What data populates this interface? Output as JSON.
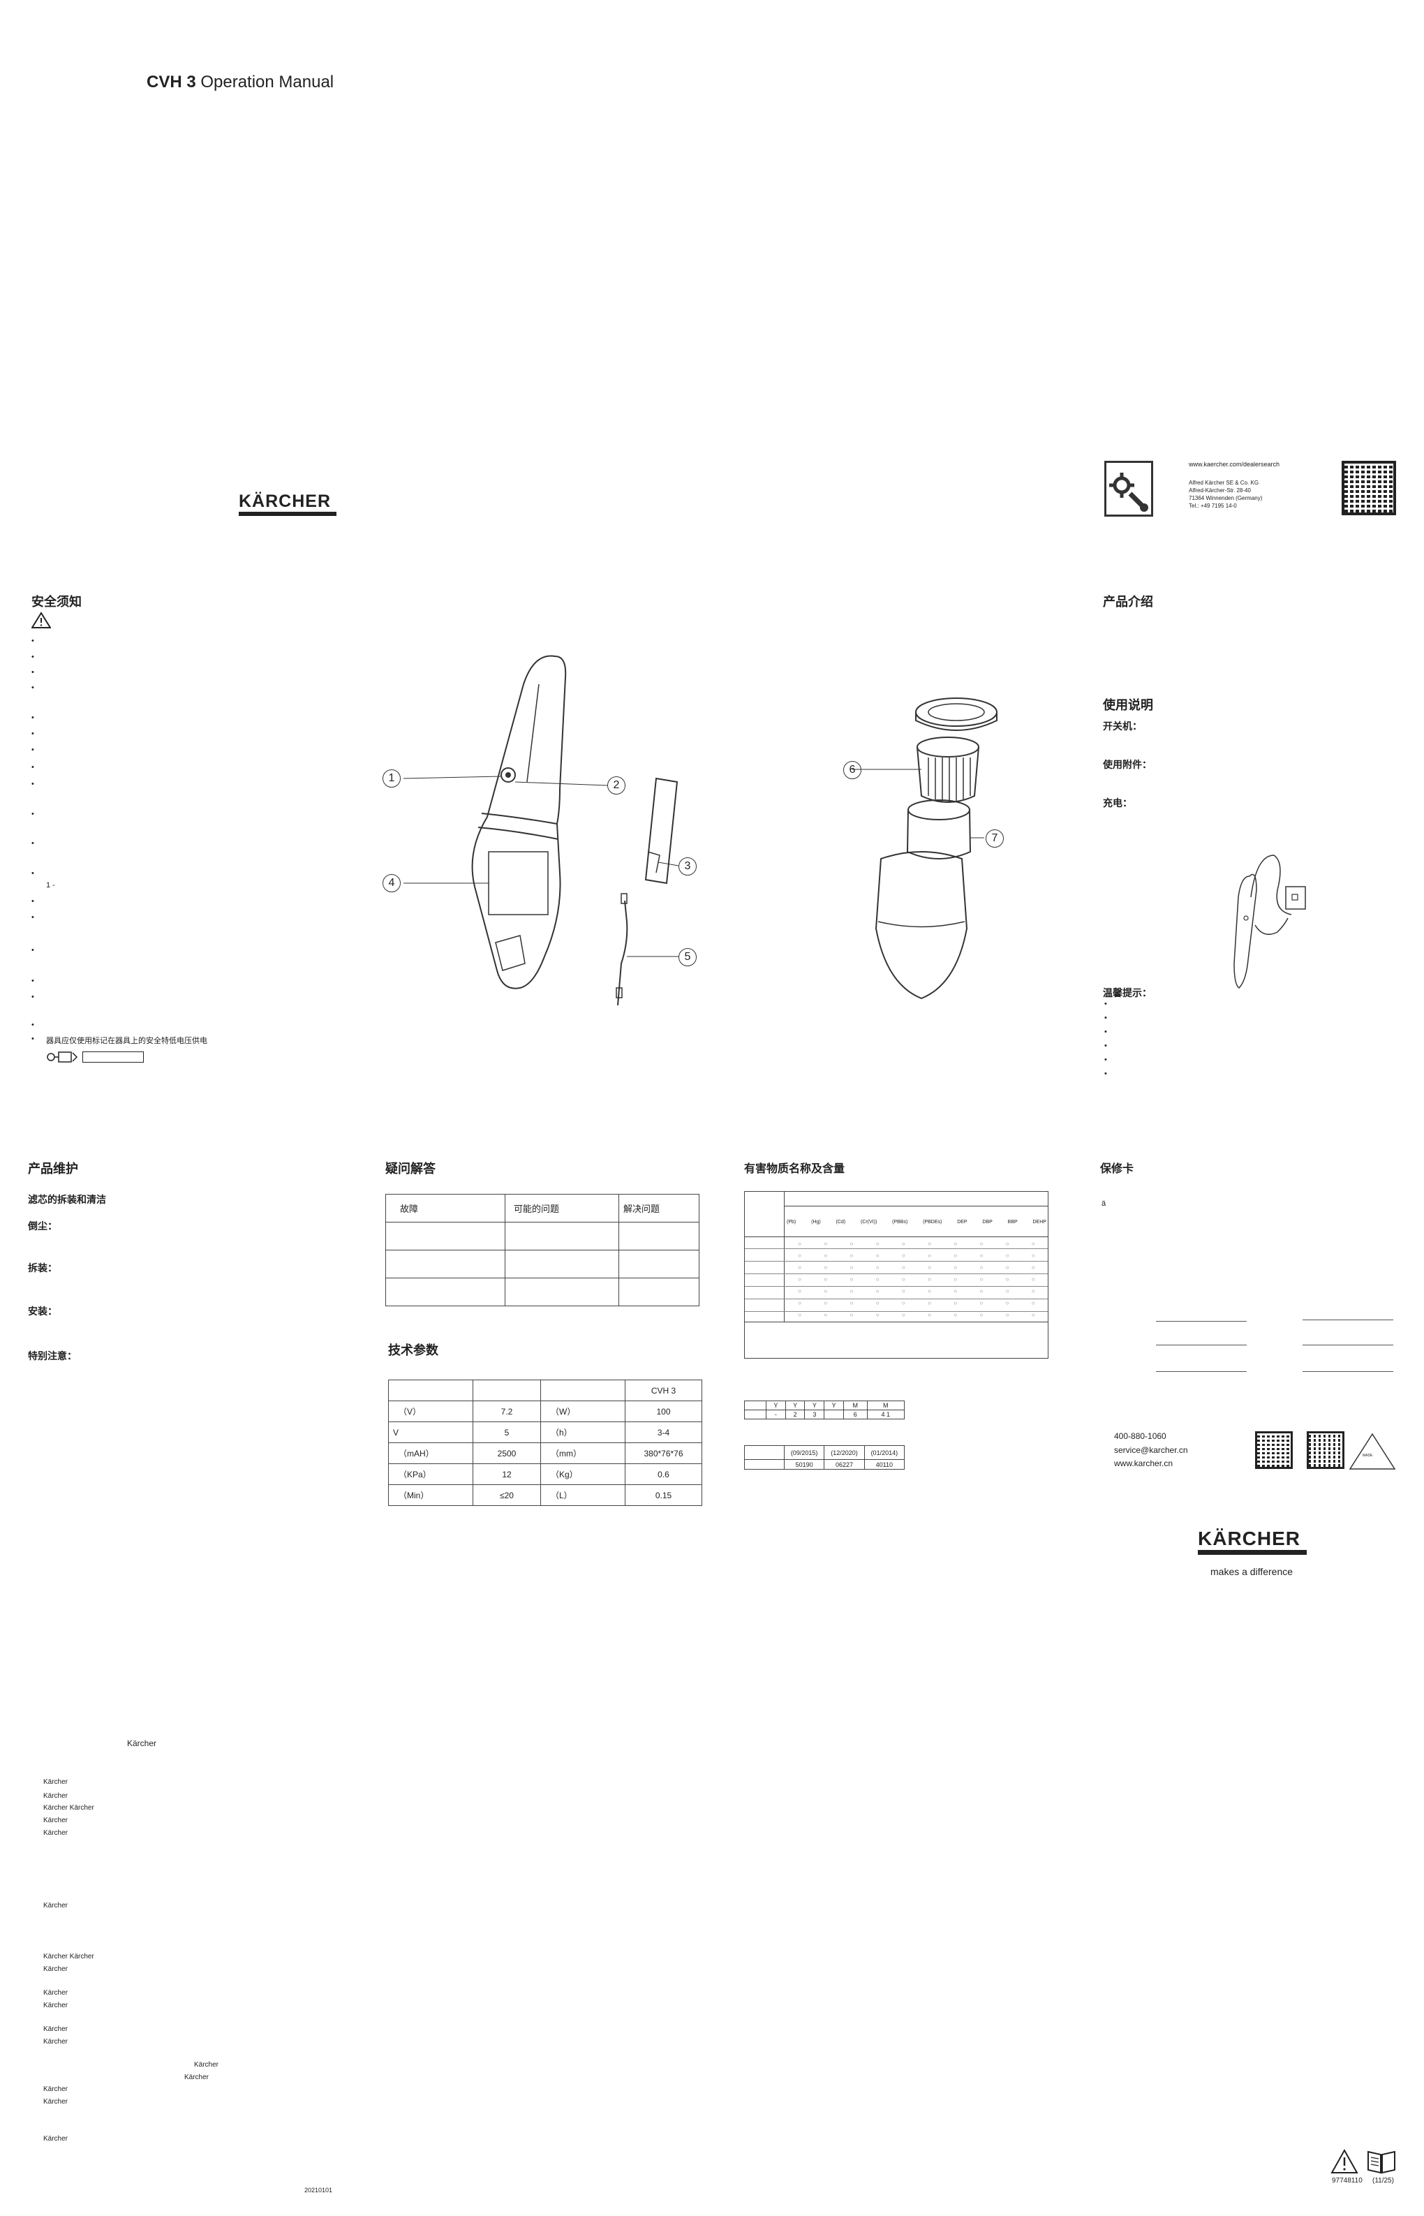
{
  "cover": {
    "title_bold": "CVH 3",
    "title_rest": " Operation Manual",
    "brand": "KÄRCHER"
  },
  "dealer": {
    "url": "www.kaercher.com/dealersearch",
    "address": [
      "Alfred Kärcher SE & Co. KG",
      "Alfred-Kärcher-Str. 28-40",
      "71364 Winnenden (Germany)",
      "Tel.: +49 7195 14-0"
    ],
    "icon": "gear-wrench-icon"
  },
  "safety": {
    "title": "安全须知",
    "warning_icon": "warning-triangle-icon",
    "bullet": "•",
    "note": "1 -",
    "last_text": "器具应仅使用标记在器具上的安全特低电压供电"
  },
  "diagram": {
    "callouts": [
      "1",
      "2",
      "3",
      "4",
      "5",
      "6",
      "7"
    ]
  },
  "product_intro": {
    "title": "产品介绍"
  },
  "usage": {
    "title": "使用说明",
    "switch": "开关机：",
    "accessories": "使用附件：",
    "charging": "充电：",
    "tips_title": "温馨提示："
  },
  "maintenance": {
    "title": "产品维护",
    "filter": "滤芯的拆装和清洁",
    "dump": "倒尘：",
    "remove": "拆装：",
    "install": "安装：",
    "special": "特别注意："
  },
  "troubleshoot": {
    "title": "疑问解答",
    "headers": [
      "故障",
      "可能的问题",
      "解决问题"
    ]
  },
  "specs": {
    "title": "技术参数",
    "model": "CVH 3",
    "rows": [
      [
        "（V）",
        "7.2",
        "（W）",
        "100"
      ],
      [
        "V",
        "5",
        "（h）",
        "3-4"
      ],
      [
        "（mAH）",
        "2500",
        "（mm）",
        "380*76*76"
      ],
      [
        "（KPa）",
        "12",
        "（Kg）",
        "0.6"
      ],
      [
        "（Min）",
        "≤20",
        "（L）",
        "0.15"
      ]
    ]
  },
  "hazard": {
    "title": "有害物质名称及含量",
    "headers": [
      "(Pb)",
      "(Hg)",
      "(Cd)",
      "(Cr(VI))",
      "(PBBs)",
      "(PBDEs)",
      "DEP",
      "DBP",
      "BBP",
      "DEHP"
    ],
    "mark": "○",
    "years_header": [
      "Y",
      "Y",
      "Y",
      "Y",
      "M",
      "M"
    ],
    "years_row": [
      "-",
      "2",
      "3",
      "",
      "6",
      "4 1"
    ],
    "standards_top": [
      "(09/2015)",
      "(12/2020)",
      "(01/2014)"
    ],
    "standards_bottom": [
      "50190",
      "06227",
      "40110"
    ]
  },
  "warranty": {
    "title": "保修卡",
    "mark": "ä",
    "phone": "400-880-1060",
    "email": "service@karcher.cn",
    "site": "www.karcher.cn",
    "badge": "MADE"
  },
  "back_brand": {
    "name": "KÄRCHER",
    "slogan": "makes a difference"
  },
  "legal": {
    "heading": "Kärcher",
    "lines": [
      "Kärcher",
      "Kärcher",
      "Kärcher Kärcher",
      "Kärcher",
      "Kärcher",
      "Kärcher",
      "Kärcher Kärcher",
      "Kärcher",
      "Kärcher",
      "Kärcher",
      "Kärcher",
      "Kärcher",
      "Kärcher",
      "Kärcher",
      "Kärcher",
      "Kärcher",
      "Kärcher"
    ],
    "date": "20210101"
  },
  "footer": {
    "code": "97748110",
    "revision": "(11/25)"
  }
}
